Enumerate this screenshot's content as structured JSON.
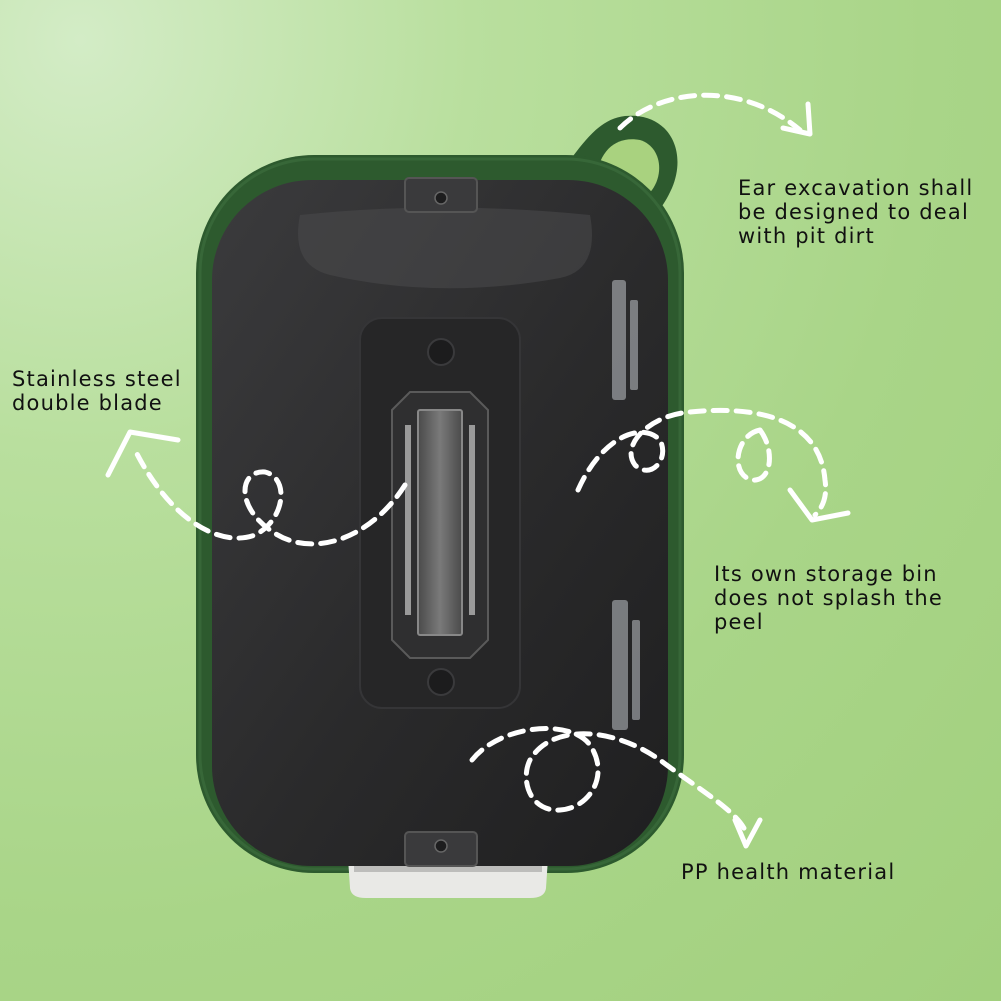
{
  "colors": {
    "background": "#a9d588",
    "shell": "#2d5a2e",
    "lid": "#2b2b2c",
    "blade": "#6e6e6e",
    "arrow": "#ffffff"
  },
  "callouts": {
    "ear": "Ear excavation shall\nbe designed to deal\nwith pit dirt",
    "blade": "Stainless steel\ndouble blade",
    "bin": "Its own storage bin\ndoes not splash the\npeel",
    "pp": "PP health material"
  }
}
